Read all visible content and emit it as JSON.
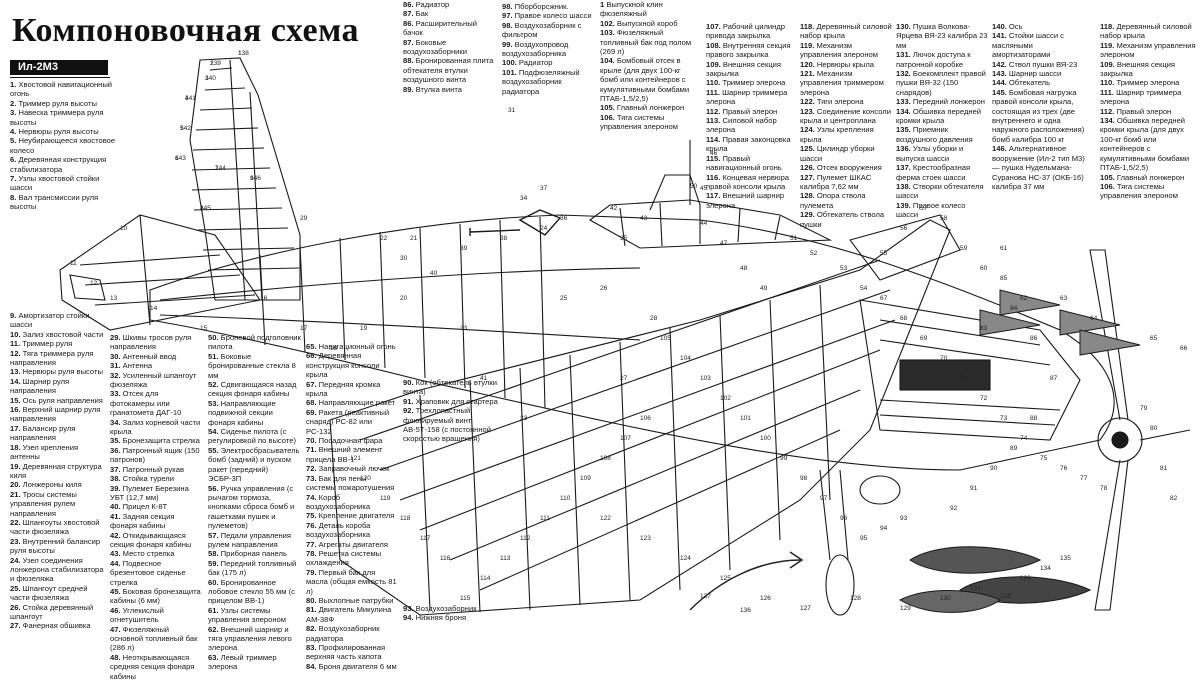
{
  "title": "Компоновочная схема",
  "model": "Ил-2М3",
  "legend_col1": [
    [
      "1.",
      "Хвостовой навигационный огонь"
    ],
    [
      "2.",
      "Триммер руля высоты"
    ],
    [
      "3.",
      "Навеска триммера руля высоты"
    ],
    [
      "4.",
      "Нервюры руля высоты"
    ],
    [
      "5.",
      "Неубирающееся хвостовое колесо"
    ],
    [
      "6.",
      "Деревянная конструкция стабилизатора"
    ],
    [
      "7.",
      "Узлы хвостовой стойки шасси"
    ],
    [
      "8.",
      "Вал трансмиссии руля высоты"
    ]
  ],
  "legend_col1b": [
    [
      "9.",
      "Амортизатор стойки шасси"
    ],
    [
      "10.",
      "Зализ хвостовой части"
    ],
    [
      "11.",
      "Триммер руля"
    ],
    [
      "12.",
      "Тяга триммера руля направления"
    ],
    [
      "13.",
      "Нервюры руля высоты"
    ],
    [
      "14.",
      "Шарнир руля направления"
    ],
    [
      "15.",
      "Ось руля направления"
    ],
    [
      "16.",
      "Верхний шарнир руля направления"
    ],
    [
      "17.",
      "Балансир руля направления"
    ],
    [
      "18.",
      "Узел крепления антенны"
    ],
    [
      "19.",
      "Деревянная структура киля"
    ],
    [
      "20.",
      "Лонжероны киля"
    ],
    [
      "21.",
      "Тросы системы управления рулем направления"
    ],
    [
      "22.",
      "Шпангоуты хвостовой части фюзеляжа"
    ],
    [
      "23.",
      "Внутренний балансир руля высоты"
    ],
    [
      "24.",
      "Узел соединения лонжерона стабилизатора и фюзеляжа"
    ],
    [
      "25.",
      "Шпангоут средней части фюзеляжа"
    ],
    [
      "26.",
      "Стойка деревянный шпангоут"
    ],
    [
      "27.",
      "Фанерная обшивка"
    ]
  ],
  "legend_col2": [
    [
      "29.",
      "Шкивы тросов руля направления"
    ],
    [
      "30.",
      "Антенный ввод"
    ],
    [
      "31.",
      "Антенна"
    ],
    [
      "32.",
      "Усиленный шпангоут фюзеляжа"
    ],
    [
      "33.",
      "Отсек для фотокамеры или гранатомета ДАГ-10"
    ],
    [
      "34.",
      "Зализ корневой части крыла"
    ],
    [
      "35.",
      "Бронезащита стрелка"
    ],
    [
      "36.",
      "Патронный ящик (150 патронов)"
    ],
    [
      "37.",
      "Патронный рукав"
    ],
    [
      "38.",
      "Стойка турели"
    ],
    [
      "39.",
      "Пулемет Березина УБТ (12,7 мм)"
    ],
    [
      "40.",
      "Прицел К-8Т"
    ],
    [
      "41.",
      "Задняя секция фонаря кабины"
    ],
    [
      "42.",
      "Откидывающаяся секция фонаря кабины"
    ],
    [
      "43.",
      "Место стрелка"
    ],
    [
      "44.",
      "Подвесное брезентовое сиденье стрелка"
    ],
    [
      "45.",
      "Боковая бронезащита кабины (6 мм)"
    ],
    [
      "46.",
      "Углекислый огнетушитель"
    ],
    [
      "47.",
      "Фюзеляжный основной топливный бак (286 л)"
    ],
    [
      "48.",
      "Неоткрывающаяся средняя секция фонаря кабины"
    ]
  ],
  "legend_col3": [
    [
      "50.",
      "Броневой подголовник пилота"
    ],
    [
      "51.",
      "Боковые бронированные стекла 8 мм"
    ],
    [
      "52.",
      "Сдвигающаяся назад секция фонаря кабины"
    ],
    [
      "53.",
      "Направляющие подвижной секции фонаря кабины"
    ],
    [
      "54.",
      "Сиденье пилота (с регулировкой по высоте)"
    ],
    [
      "55.",
      "Электросбрасыватель бомб (задний) и пуском ракет (передний) ЭСБР-3П"
    ],
    [
      "56.",
      "Ручка управления (с рычагом тормоза, кнопками сброса бомб и гашетками пушек и пулеметов)"
    ],
    [
      "57.",
      "Педали управления рулем направления"
    ],
    [
      "58.",
      "Приборная панель"
    ],
    [
      "59.",
      "Передний топливный бак (175 л)"
    ],
    [
      "60.",
      "Бронированное лобовое стекло 55 мм (с прицелом ВВ-1)"
    ],
    [
      "61.",
      "Узлы системы управления элероном"
    ],
    [
      "62.",
      "Внешний шарнир и тяга управления левого элерона"
    ],
    [
      "63.",
      "Левый триммер элерона"
    ]
  ],
  "legend_col4": [
    [
      "65.",
      "Навигационный огонь"
    ],
    [
      "66.",
      "Деревянная конструкция консоли крыла"
    ],
    [
      "67.",
      "Передняя кромка крыла"
    ],
    [
      "68.",
      "Направляющие ракет"
    ],
    [
      "69.",
      "Ракета (реактивный снаряд) РС-82 или РС-132"
    ],
    [
      "70.",
      "Посадочная фара"
    ],
    [
      "71.",
      "Внешний элемент прицела ВВ-1"
    ],
    [
      "72.",
      "Заправочный лючок"
    ],
    [
      "73.",
      "Бак для пены системы пожаротушения"
    ],
    [
      "74.",
      "Короб воздухозаборника"
    ],
    [
      "75.",
      "Крепление двигателя"
    ],
    [
      "76.",
      "Деталь короба воздухозаборника"
    ],
    [
      "77.",
      "Агрегаты двигателя"
    ],
    [
      "78.",
      "Решетка системы охлаждения"
    ],
    [
      "79.",
      "Первый бак для масла (общая емкость 81 л)"
    ],
    [
      "80.",
      "Выхлопные патрубки"
    ],
    [
      "81.",
      "Двигатель Микулина АМ-38Ф"
    ],
    [
      "82.",
      "Воздухозаборник радиатора"
    ],
    [
      "83.",
      "Профилированная верхняя часть капота"
    ],
    [
      "84.",
      "Броня двигателя 6 мм"
    ]
  ],
  "legend_col5": [
    [
      "90.",
      "Кок (обтекатель втулки винта)"
    ],
    [
      "91.",
      "Храповик для стартера"
    ],
    [
      "92.",
      "Трехлопастный флюгируемый винт АВ-5Т-158 (с постоянной скоростью вращения)"
    ]
  ],
  "legend_col5b": [
    [
      "93.",
      "Воздухозаборник"
    ],
    [
      "94.",
      "Нижняя броня"
    ]
  ],
  "legend_top1": [
    [
      "86.",
      "Радиатор"
    ],
    [
      "87.",
      "Бак"
    ],
    [
      "86.",
      "Расширительный бачок"
    ],
    [
      "87.",
      "Боковые воздухозаборники"
    ],
    [
      "88.",
      "Бронированная плита обтекателя втулки воздушного винта"
    ],
    [
      "89.",
      "Втулка винта"
    ]
  ],
  "legend_top2": [
    [
      "98.",
      "Пборборсжник."
    ],
    [
      "97.",
      "Правое колесо шасси"
    ],
    [
      "98.",
      "Воздухозаборник с фильтром"
    ],
    [
      "99.",
      "Воздухопровод воздухозаборника"
    ],
    [
      "100.",
      "Радиатор"
    ],
    [
      "101.",
      "Подфюзеляжный воздухозаборник радиатора"
    ]
  ],
  "legend_top3": [
    [
      "1",
      "Выпускной клин фюзеляжный"
    ],
    [
      "102.",
      "Выпускной короб"
    ],
    [
      "103.",
      "Фюзеляжный топливный бак под полом (269 л)"
    ],
    [
      "104.",
      "Бомбовый отсек в крыле (для двух 100-кг бомб или контейнеров с кумулятивными бомбами ПТАБ-1,5/2,5)"
    ],
    [
      "105.",
      "Главный лонжерон"
    ],
    [
      "106.",
      "Тяга системы управления элероном"
    ]
  ],
  "legend_top4": [
    [
      "107.",
      "Рабочий цилиндр привода закрылка"
    ],
    [
      "108.",
      "Внутренняя секция правого закрылка"
    ],
    [
      "109.",
      "Внешняя секция закрылка"
    ],
    [
      "110.",
      "Триммер элерона"
    ],
    [
      "111.",
      "Шарнир триммера элерона"
    ],
    [
      "112.",
      "Правый элерон"
    ],
    [
      "113.",
      "Силовой набор элерона"
    ],
    [
      "114.",
      "Правая законцовка крыла"
    ],
    [
      "115.",
      "Правый навигационный огонь"
    ],
    [
      "116.",
      "Концевая нервюра правой консоли крыла"
    ],
    [
      "117.",
      "Внешний шарнир элерона"
    ]
  ],
  "legend_top5": [
    [
      "118.",
      "Деревянный силовой набор крыла"
    ],
    [
      "119.",
      "Механизм управления элероном"
    ],
    [
      "120.",
      "Нервюры крыла"
    ],
    [
      "121.",
      "Механизм управления триммером элерона"
    ],
    [
      "122.",
      "Тяги элерона"
    ],
    [
      "123.",
      "Соединение консоли крыла и центроплана"
    ],
    [
      "124.",
      "Узлы крепления крыла"
    ],
    [
      "125.",
      "Цилиндр уборки шасси"
    ],
    [
      "126.",
      "Отсек вооружения"
    ],
    [
      "127.",
      "Пулемет ШКАС калибра 7,62 мм"
    ],
    [
      "128.",
      "Опора ствола пулемета"
    ],
    [
      "129.",
      "Обтекатель ствола пушки"
    ]
  ],
  "legend_top6": [
    [
      "130.",
      "Пушка Волкова-Ярцева ВЯ-23 калибра 23 мм"
    ],
    [
      "131.",
      "Лючок доступа к патронной коробке"
    ],
    [
      "132.",
      "Боекомплект правой пушки ВЯ-32 (150 снарядов)"
    ],
    [
      "133.",
      "Передний лонжерон"
    ],
    [
      "134.",
      "Обшивка передней кромки крыла"
    ],
    [
      "135.",
      "Приемник воздушного давления"
    ],
    [
      "136.",
      "Узлы уборки и выпуска шасси"
    ],
    [
      "137.",
      "Крестообразная ферма стоек шасси"
    ],
    [
      "138.",
      "Створки обтекателя шасси"
    ],
    [
      "139.",
      "Правое колесо шасси"
    ]
  ],
  "legend_top7": [
    [
      "140.",
      "Ось"
    ],
    [
      "141.",
      "Стойки шасси с масляными амортизаторами"
    ],
    [
      "142.",
      "Ствол пушки ВЯ-23"
    ],
    [
      "143.",
      "Шарнир шасси"
    ],
    [
      "144.",
      "Обтекатель"
    ],
    [
      "145.",
      "Бомбовая нагрузка правой консоли крыла, состоящая из трех (две внутреннего и одна наружного расположения) бомб калибра 100 кг"
    ],
    [
      "146.",
      "Альтернативное вооружение (Ил-2 тип М3) — пушка Нудельмана-Суранова НС-37 (ОКБ-16) калибра 37 мм"
    ]
  ],
  "legend_top8": [
    [
      "118.",
      "Деревянный силовой набор крыла"
    ],
    [
      "119.",
      "Механизм управления элероном"
    ],
    [
      "109.",
      "Внешняя секция закрылка"
    ],
    [
      "110.",
      "Триммер элерона"
    ],
    [
      "111.",
      "Шарнир триммера элерона"
    ],
    [
      "112.",
      "Правый элерон"
    ],
    [
      "134.",
      "Обшивка передней кромки крыла (для двух 100-кг бомб или контейнеров с кумулятивными бомбами ПТАБ-1,5/2,5)"
    ],
    [
      "105.",
      "Главный лонжерон"
    ],
    [
      "106.",
      "Тяга системы управления элероном"
    ]
  ],
  "callouts": [
    "1",
    "2",
    "3",
    "4",
    "5",
    "6",
    "7",
    "8",
    "9",
    "10",
    "11",
    "12",
    "13",
    "14",
    "15",
    "16",
    "17",
    "18",
    "19",
    "20",
    "21",
    "22",
    "23",
    "24",
    "25",
    "26",
    "27",
    "28",
    "29",
    "30",
    "31",
    "33",
    "34",
    "35",
    "36",
    "37",
    "38",
    "39",
    "40",
    "41",
    "42",
    "43",
    "44",
    "45",
    "46",
    "47",
    "48",
    "49",
    "50",
    "51",
    "52",
    "53",
    "54",
    "55",
    "56",
    "57",
    "58",
    "59",
    "60",
    "61",
    "62",
    "63",
    "64",
    "65",
    "66",
    "67",
    "68",
    "69",
    "70",
    "71",
    "72",
    "73",
    "74",
    "75",
    "76",
    "77",
    "78",
    "79",
    "80",
    "81",
    "82",
    "83",
    "84",
    "85",
    "86",
    "87",
    "88",
    "89",
    "90",
    "91",
    "92",
    "93",
    "94",
    "95",
    "96",
    "97",
    "98",
    "99",
    "100",
    "101",
    "102",
    "103",
    "104",
    "105",
    "106",
    "107",
    "108",
    "109",
    "110",
    "111",
    "112",
    "113",
    "114",
    "115",
    "116",
    "117",
    "118",
    "119",
    "120",
    "121",
    "122",
    "123",
    "124",
    "125",
    "126",
    "127",
    "128",
    "129",
    "130",
    "131",
    "132",
    "133",
    "134",
    "135",
    "136",
    "137",
    "138",
    "139",
    "140",
    "141",
    "142",
    "143",
    "144",
    "145",
    "146"
  ]
}
